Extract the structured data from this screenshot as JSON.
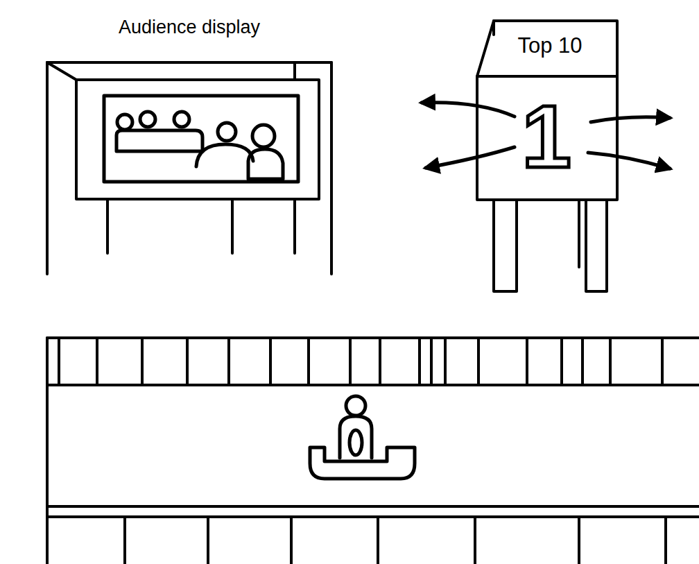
{
  "diagram": {
    "nodes": [
      {
        "text": [
          "Audience display"
        ]
      },
      {
        "text": [
          "Top 10",
          "1"
        ]
      }
    ]
  }
}
